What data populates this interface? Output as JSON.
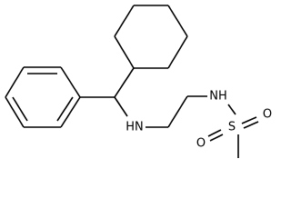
{
  "molecule": {
    "atoms": {
      "amine_n": "HN",
      "sulfonamide_n": "NH",
      "sulfur": "S",
      "oxygen_top": "O",
      "oxygen_bottom": "O"
    }
  }
}
